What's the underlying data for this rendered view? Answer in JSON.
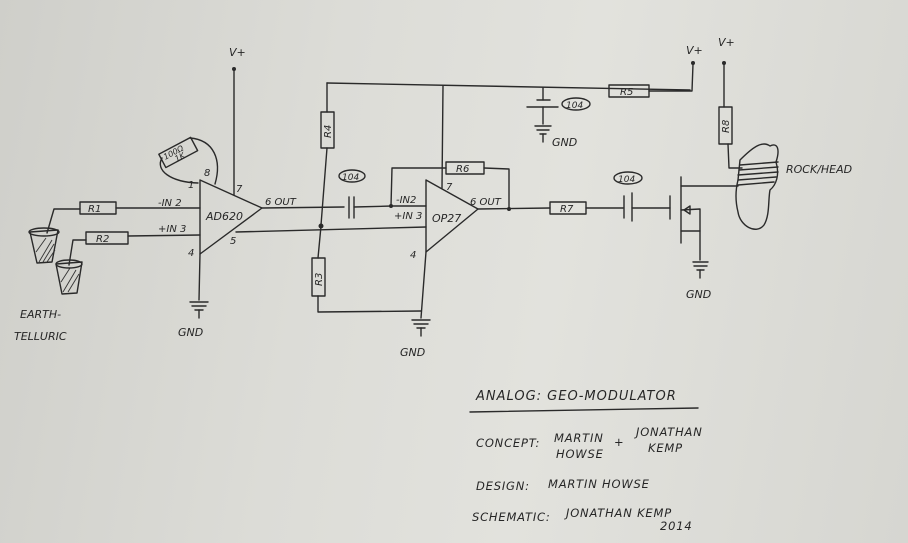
{
  "title": "ANALOG: GEO-MODULATOR",
  "credits": {
    "concept_label": "CONCEPT:",
    "concept_name1": "MARTIN",
    "concept_name1b": "HOWSE",
    "concept_plus": "+",
    "concept_name2": "JONATHAN",
    "concept_name2b": "KEMP",
    "design_label": "DESIGN:",
    "design_name": "MARTIN HOWSE",
    "schematic_label": "SCHEMATIC:",
    "schematic_name": "JONATHAN KEMP",
    "year": "2014"
  },
  "inputs": {
    "label_line1": "EARTH-",
    "label_line2": "TELLURIC"
  },
  "ad620": {
    "name": "AD620",
    "pin1": "1",
    "pin8": "8",
    "pin7": "7",
    "pin_in_minus": "-IN 2",
    "pin_in_plus": "+IN 3",
    "pin4": "4",
    "pin5": "5",
    "pin_out": "6 OUT",
    "gain_resistor_line1": "100Ω",
    "gain_resistor_line2": "1K",
    "supply": "V+",
    "ground": "GND"
  },
  "op27": {
    "name": "OP27",
    "pin7": "7",
    "pin_in_minus": "-IN2",
    "pin_in_plus": "+IN 3",
    "pin4": "4",
    "pin_out": "6 OUT",
    "ground": "GND"
  },
  "components": {
    "R1": "R1",
    "R2": "R2",
    "R3": "R3",
    "R4": "R4",
    "R5": "R5",
    "R6": "R6",
    "R7": "R7",
    "R8": "R8",
    "cap_in": "104",
    "cap_bypass": "104",
    "cap_out": "104",
    "bypass_ground": "GND",
    "mosfet_ground": "GND",
    "supply_r5": "V+",
    "supply_r8": "V+"
  },
  "load": {
    "label": "ROCK/HEAD"
  }
}
